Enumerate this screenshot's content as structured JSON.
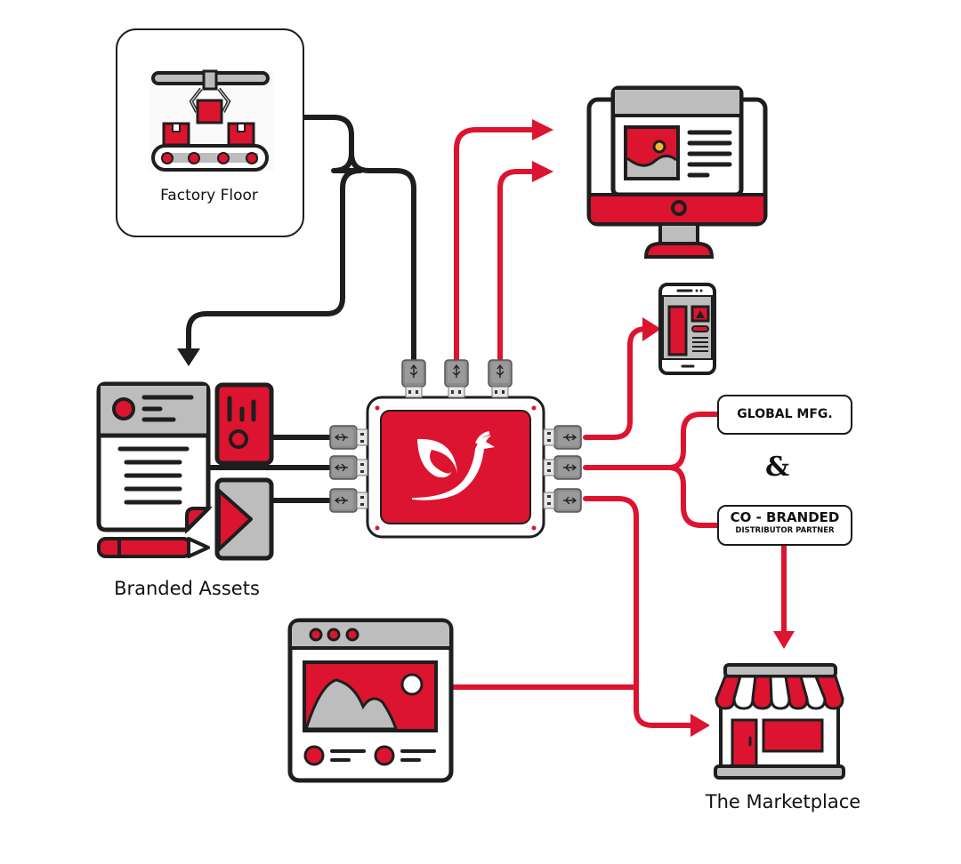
{
  "colors": {
    "brand_red": "#dc1430",
    "dark": "#1e1e1e",
    "gray": "#bdbdbd",
    "usb_gray": "#8a8a8a",
    "sun_yellow": "#f2b632"
  },
  "nodes": {
    "factory_floor": {
      "label": "Factory Floor",
      "icon": "factory-conveyor-icon"
    },
    "branded_assets": {
      "label": "Branded Assets",
      "icon": "branded-assets-icon"
    },
    "marketplace": {
      "label": "The Marketplace",
      "icon": "storefront-icon"
    },
    "desktop": {
      "icon": "desktop-monitor-icon"
    },
    "mobile": {
      "icon": "smartphone-icon"
    },
    "web_page": {
      "icon": "web-page-icon"
    },
    "hub": {
      "icon": "bird-logo-icon"
    }
  },
  "partners": {
    "global_mfg": "GLOBAL MFG.",
    "ampersand": "&",
    "co_branded": "CO - BRANDED",
    "co_branded_sub": "DISTRIBUTOR PARTNER"
  },
  "connections": [
    {
      "from": "factory_floor",
      "to": "hub",
      "color": "dark"
    },
    {
      "from": "factory_floor",
      "to": "branded_assets",
      "color": "dark"
    },
    {
      "from": "hub",
      "to": "desktop",
      "color": "brand_red"
    },
    {
      "from": "hub",
      "to": "desktop",
      "color": "brand_red"
    },
    {
      "from": "hub",
      "to": "mobile",
      "color": "brand_red"
    },
    {
      "from": "hub",
      "to": "partners",
      "color": "brand_red"
    },
    {
      "from": "partners",
      "to": "marketplace",
      "color": "brand_red"
    },
    {
      "from": "hub",
      "to": "marketplace",
      "color": "brand_red"
    },
    {
      "from": "web_page",
      "to": "marketplace",
      "color": "brand_red"
    },
    {
      "from": "branded_assets",
      "to": "hub",
      "color": "dark"
    }
  ]
}
